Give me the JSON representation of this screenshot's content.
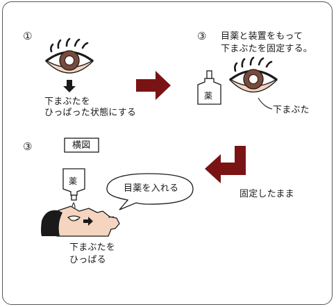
{
  "steps": {
    "step1_marker": "①",
    "step1_caption_line1": "下まぶたを",
    "step1_caption_line2": "ひっぱった状態にする",
    "step2_marker": "③",
    "step2_caption_line1": "目薬と装置をもって",
    "step2_caption_line2": "下まぶたを固定する。",
    "step2_bottle_label": "薬",
    "step2_eyelid_label": "下まぶた",
    "step3_marker": "③",
    "step3_view_label": "横図",
    "step3_bottle_label": "薬",
    "step3_bubble_text": "目薬を入れる",
    "step3_caption_line1": "下まぶたを",
    "step3_caption_line2": "ひっぱる",
    "hold_label": "固定したまま"
  },
  "colors": {
    "arrow": "#7a1414",
    "eyelid": "#f5d5c0",
    "iris": "#7a4a3a",
    "skin": "#f5d5c0",
    "hair": "#1a1a1a"
  },
  "icons": {
    "down_arrow": "down-arrow-icon",
    "right_arrow": "big-right-arrow-icon",
    "return_arrow": "return-arrow-icon"
  }
}
